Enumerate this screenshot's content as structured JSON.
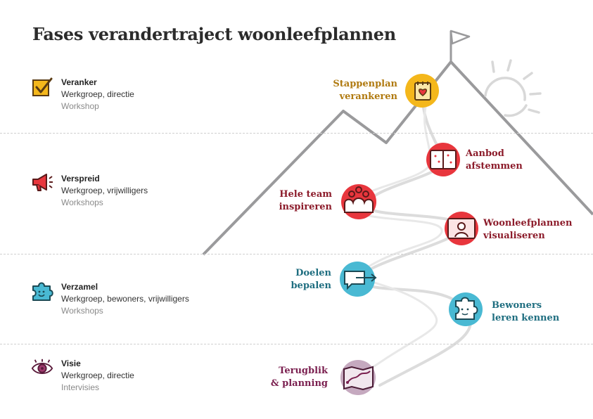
{
  "title": "Fases verandertraject woonleefplannen",
  "colors": {
    "gold": "#F4B71B",
    "gold_text": "#B07A10",
    "red": "#E8363D",
    "red_text": "#8C1C2B",
    "teal": "#49B9D3",
    "teal_text": "#1F6E80",
    "purple": "#C5A9BF",
    "purple_text": "#7A1F4F",
    "mountain": "#9A9A9C",
    "path": "#DCDCDC",
    "sun": "#D8D8D8"
  },
  "phases": [
    {
      "name": "Veranker",
      "who": "Werkgroep, directie",
      "type": "Workshop",
      "icon": "checkbox-icon"
    },
    {
      "name": "Verspreid",
      "who": "Werkgroep, vrijwilligers",
      "type": "Workshops",
      "icon": "megaphone-icon"
    },
    {
      "name": "Verzamel",
      "who": "Werkgroep, bewoners, vrijwilligers",
      "type": "Workshops",
      "icon": "puzzle-icon"
    },
    {
      "name": "Visie",
      "who": "Werkgroep, directie",
      "type": "Intervisies",
      "icon": "eye-icon"
    }
  ],
  "steps": {
    "stappenplan": {
      "line1": "Stappenplan",
      "line2": "verankeren",
      "icon": "notepad-heart-icon"
    },
    "aanbod": {
      "line1": "Aanbod",
      "line2": "afstemmen",
      "icon": "open-book-icon"
    },
    "heleteam": {
      "line1": "Hele team",
      "line2": "inspireren",
      "icon": "team-icon"
    },
    "woonleef": {
      "line1": "Woonleefplannen",
      "line2": "visualiseren",
      "icon": "picture-frame-icon"
    },
    "doelen": {
      "line1": "Doelen",
      "line2": "bepalen",
      "icon": "speech-arrow-icon"
    },
    "bewoners": {
      "line1": "Bewoners",
      "line2": "leren kennen",
      "icon": "puzzle-piece-icon"
    },
    "terugblik": {
      "line1": "Terugblik",
      "line2": "& planning",
      "icon": "route-map-icon"
    }
  }
}
